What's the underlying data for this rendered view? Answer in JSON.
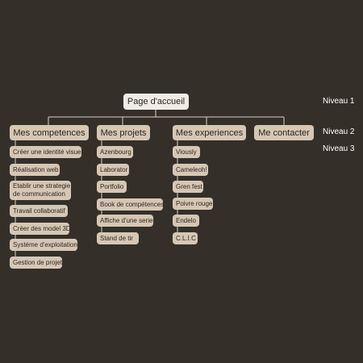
{
  "root": {
    "label": "Page d'accueil"
  },
  "levels": [
    "Niveau 1",
    "Niveau 2",
    "Niveau 3"
  ],
  "sections": [
    {
      "label": "Mes competences",
      "items": [
        "Créer une identité visuel",
        "Réalisation web",
        "Etablir une strategie de communication",
        "Travail collaboratif",
        "Créer des model 3D",
        "Systéme d'exploitation",
        "Gestion de projet"
      ]
    },
    {
      "label": "Mes projets",
      "items": [
        "Azenbourg",
        "Laborator",
        "Portfolio",
        "Book de compétences",
        "Affiche d'une serie",
        "Stand de tir"
      ]
    },
    {
      "label": "Mes experiences",
      "items": [
        "Viously",
        "Cameleoh!",
        "Gren fest",
        "Poivre rouge",
        "Endelo",
        "C.L.I.C"
      ]
    },
    {
      "label": "Me contacter",
      "items": []
    }
  ],
  "colors": {
    "background": "#343029",
    "node": "#d6c7b5",
    "root": "#f1ede6",
    "connector": "#d9d2c7"
  }
}
